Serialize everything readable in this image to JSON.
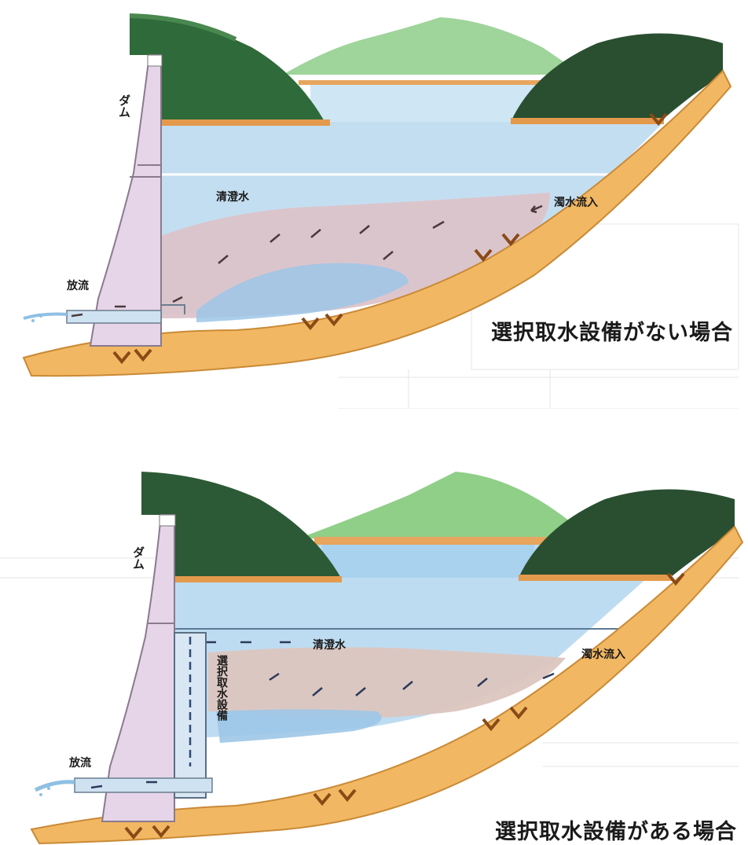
{
  "labels": {
    "dam": "ダム",
    "clear_water": "清澄水",
    "turbid_inflow": "濁水流入",
    "discharge": "放流",
    "selective_intake": "選択取水設備"
  },
  "captions": {
    "without": "選択取水設備がない場合",
    "with": "選択取水設備がある場合"
  },
  "colors": {
    "forest_dark": "#2f5e3a",
    "forest_light": "#8ec98c",
    "water": "#b9d9ef",
    "turbid": "#dcc2c8",
    "ground": "#f0b45c",
    "dam": "#e8d8ea"
  }
}
